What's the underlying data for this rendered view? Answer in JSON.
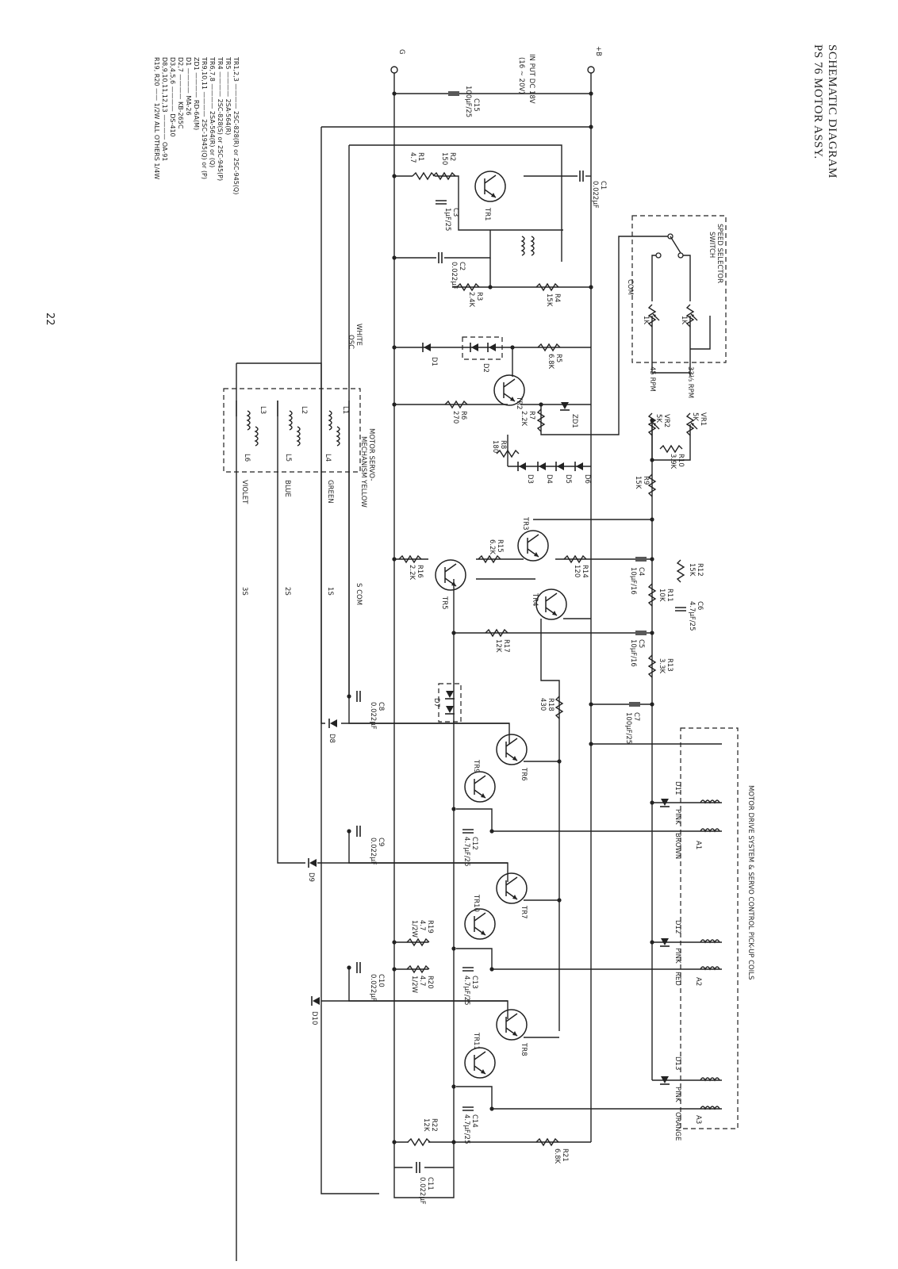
{
  "header": {
    "title_line1": "SCHEMATIC DIAGRAM",
    "title_line2": "PS 76 MOTOR ASSY."
  },
  "page_number": "22",
  "parts_list": [
    "TR1,2,3 ———— 2SC-828(R) or 2SC-945(Q)",
    "TR5 ———— 2SA-564(R)",
    "TR4 ———— 2SC-828(S) or 2SC-945(P)",
    "TR6,7,8 ———— 2SA-564(R) or (Q)",
    "TR9,10,11 ———— 2SC-1945(Q) or (P)",
    "ZD1 ———— RD-6A(M)",
    "D1 ———— MA-26",
    "D2,7 ———— KB-265C",
    "D3,4,5,6 ———— DS-410",
    "D8,9,10,11,12,13 ———— OA-91",
    "R19, R20 —— 1/2W  ALL OTHERS 1/4W"
  ],
  "supply": {
    "g_label": "G",
    "b_label": "+B",
    "input_line1": "IN PUT DC 18V",
    "input_line2": "(16 ~ 20V)"
  },
  "labels": {
    "speed_switch_1": "SPEED SELECTOR",
    "speed_switch_2": "SWITCH",
    "com": "COM",
    "rpm33": "33⅓ RPM",
    "rpm45": "45 RPM",
    "white": "WHITE",
    "osc": "OSC",
    "servo_1": "MOTOR SERVO-",
    "servo_2": "MECHANISM",
    "yellow": "YELLOW",
    "green": "GREEN",
    "blue": "BLUE",
    "violet": "VIOLET",
    "s_com": "S COM",
    "s1": "1S",
    "s2": "2S",
    "s3": "3S",
    "drive_box": "MOTOR DRIVE SYSTEM & SERVO CONTROL PICK-UP COILS",
    "pink": "PINK",
    "brown": "BROWN",
    "red": "RED",
    "orange": "ORANGE",
    "a1": "A1",
    "a2": "A2",
    "a3": "A3"
  },
  "components": {
    "c15": "C15",
    "c15v": "100μF/25",
    "r1": "R1",
    "r1v": "4.7",
    "r2": "R2",
    "r2v": "150",
    "c3": "C3",
    "c3v": "1μF/25",
    "tr1": "TR1",
    "c1": "C1",
    "c1v": "0.022μF",
    "c2": "C2",
    "c2v": "0.022μF",
    "r3": "R3",
    "r3v": "2.4K",
    "r4": "R4",
    "r4v": "15K",
    "d1": "D1",
    "d2": "D2",
    "r5": "R5",
    "r5v": "6.8K",
    "tr2": "TR2",
    "r6": "R6",
    "r6v": "270",
    "r7": "R7",
    "r7v": "2.2K",
    "zd1": "ZD1",
    "r8": "R8",
    "r8v": "180",
    "d3": "D3",
    "d4": "D4",
    "d5": "D5",
    "d6": "D6",
    "vr1": "VR1",
    "vr1v": "5K",
    "vr2": "VR2",
    "vr2v": "5K",
    "r10": "R10",
    "r10v": "3.9K",
    "r9": "R9",
    "r9v": "15K",
    "pot1": "1K",
    "pot2": "1K",
    "l1": "L1",
    "l2": "L2",
    "l3": "L3",
    "l4": "L4",
    "l5": "L5",
    "l6": "L6",
    "tr3": "TR3",
    "r15": "R15",
    "r15v": "6.2K",
    "r16": "R16",
    "r16v": "2.2K",
    "tr5": "TR5",
    "r14": "R14",
    "r14v": "120",
    "tr4": "TR4",
    "c4": "C4",
    "c4v": "10μF/16",
    "r12": "R12",
    "r12v": "15K",
    "r11": "R11",
    "r11v": "10K",
    "c6": "C6",
    "c6v": "4.7μF/25",
    "r17": "R17",
    "r17v": "12K",
    "c5": "C5",
    "c5v": "10μF/16",
    "r13": "R13",
    "r13v": "3.3K",
    "d7": "D7",
    "r18": "R18",
    "r18v": "430",
    "c7": "C7",
    "c7v": "100μF/25",
    "c8": "C8",
    "c8v": "0.022μF",
    "d8": "D8",
    "tr6": "TR6",
    "tr9": "TR9",
    "c12": "C12",
    "c12v": "4.7μF/25",
    "d11": "D11",
    "c9": "C9",
    "c9v": "0.022μF",
    "d9": "D9",
    "tr7": "TR7",
    "tr10": "TR10",
    "r19": "R19",
    "r19v": "4.7",
    "r19w": "1/2W",
    "r20": "R20",
    "r20v": "4.7",
    "r20w": "1/2W",
    "c13": "C13",
    "c13v": "4.7μF/25",
    "d12": "D12",
    "c10": "C10",
    "c10v": "0.022μF",
    "d10": "D10",
    "tr8": "TR8",
    "tr11": "TR11",
    "c14": "C14",
    "c14v": "4.7μF/25",
    "d13": "D13",
    "r22": "R22",
    "r22v": "12K",
    "r21": "R21",
    "r21v": "6.8K",
    "c11": "C11",
    "c11v": "0.022μF"
  }
}
